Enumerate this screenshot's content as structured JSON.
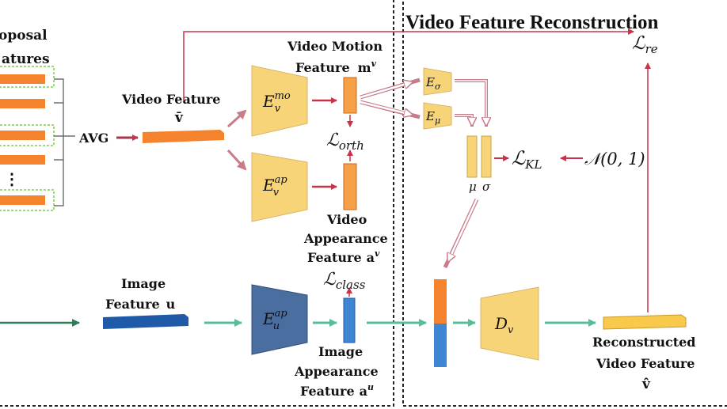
{
  "section_title": "Video Feature Reconstruction",
  "left_cut_label_top": "oposal",
  "left_cut_label_bottom": "atures",
  "dots": "⋮",
  "avg_label": "AVG",
  "video_feature": {
    "line1": "Video Feature",
    "symbol": "v̄"
  },
  "encoders": {
    "motion": {
      "base": "E",
      "sub": "v",
      "sup": "mo"
    },
    "appearance_v": {
      "base": "E",
      "sub": "v",
      "sup": "ap"
    },
    "appearance_u": {
      "base": "E",
      "sub": "u",
      "sup": "ap"
    },
    "sigma": {
      "base": "E",
      "sub": "σ"
    },
    "mu": {
      "base": "E",
      "sub": "μ"
    },
    "decoder": {
      "base": "D",
      "sub": "v"
    }
  },
  "motion_feature": {
    "line1": "Video Motion",
    "line2": "Feature",
    "symbol": "m",
    "sup": "v"
  },
  "appearance_feature_v": {
    "line1": "Video",
    "line2": "Appearance",
    "line3": "Feature",
    "symbol": "a",
    "sup": "v"
  },
  "image_feature": {
    "line1": "Image",
    "line2": "Feature",
    "symbol": "u"
  },
  "appearance_feature_u": {
    "line1": "Image",
    "line2": "Appearance",
    "line3": "Feature",
    "symbol": "a",
    "sup": "u"
  },
  "losses": {
    "orth": {
      "script": "ℒ",
      "sub": "orth"
    },
    "class": {
      "script": "ℒ",
      "sub": "class"
    },
    "kl": {
      "script": "ℒ",
      "sub": "KL"
    },
    "re": {
      "script": "ℒ",
      "sub": "re"
    }
  },
  "mu_label": "μ",
  "sigma_label": "σ",
  "normal_dist": "𝒩(0, 1)",
  "reconstructed": {
    "line1": "Reconstructed",
    "line2": "Video Feature",
    "symbol": "v̂"
  },
  "colors": {
    "orange": "#f5822d",
    "yellow": "#f8d479",
    "blue": "#1e5aa8",
    "encoder_u": "#4a6ea0",
    "red_arrow": "#c8334a",
    "pink_arrow": "#c97b8a",
    "green_arrow": "#58be98",
    "dark_green": "#2e7d5b"
  }
}
